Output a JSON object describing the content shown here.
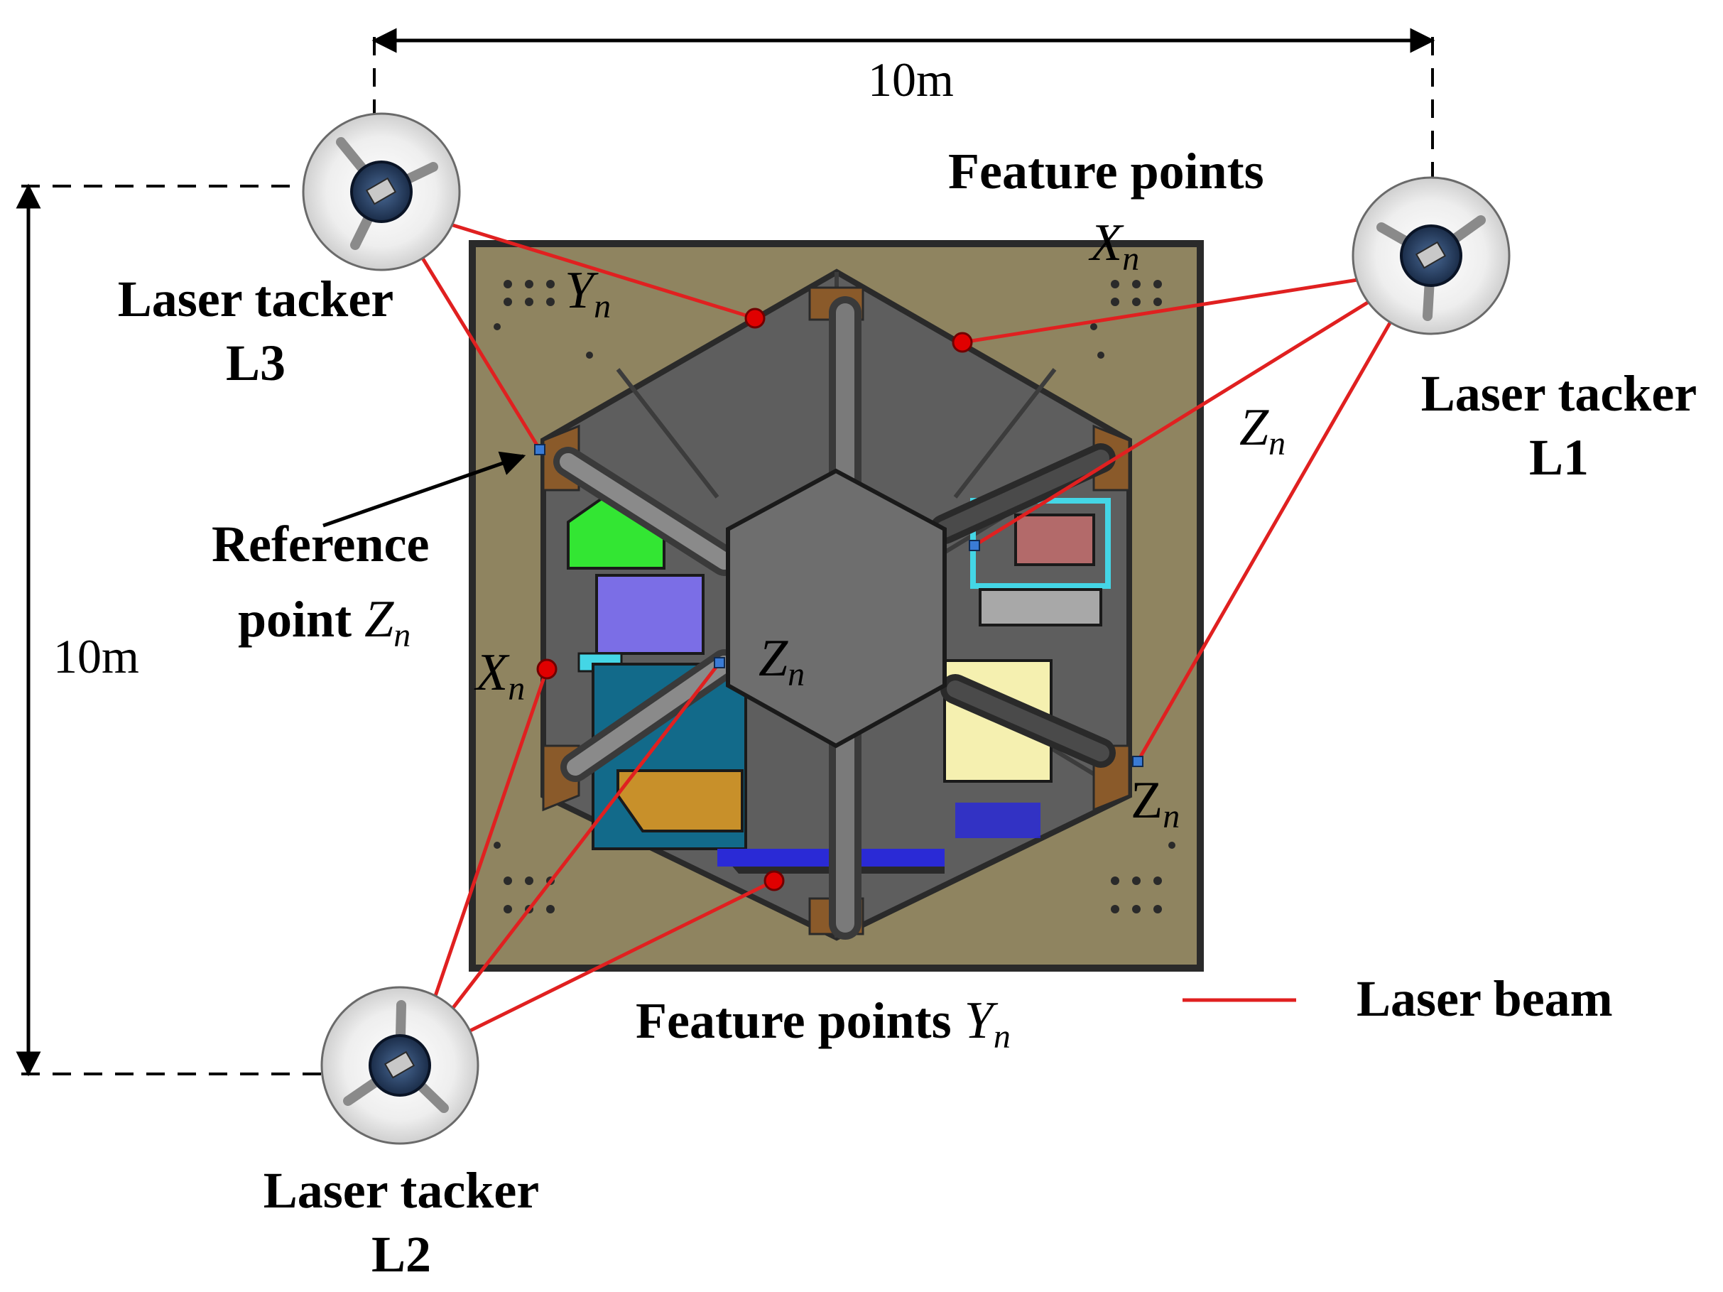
{
  "dimensions": {
    "horizontal": "10m",
    "vertical": "10m"
  },
  "trackers": [
    {
      "id": "L3",
      "label_line1": "Laser tacker",
      "label_line2": "L3"
    },
    {
      "id": "L1",
      "label_line1": "Laser tacker",
      "label_line2": "L1"
    },
    {
      "id": "L2",
      "label_line1": "Laser tacker",
      "label_line2": "L2"
    }
  ],
  "annotations": {
    "feature_points_top": "Feature points",
    "feature_points_top_symbol": "X",
    "feature_points_top_sub": "n",
    "feature_points_bottom": "Feature points ",
    "feature_points_bottom_symbol": "Y",
    "feature_points_bottom_sub": "n",
    "reference_line1": "Reference",
    "reference_line2": "point ",
    "reference_symbol": "Z",
    "reference_sub": "n"
  },
  "point_labels": {
    "yn_top": {
      "sym": "Y",
      "sub": "n"
    },
    "zn_right": {
      "sym": "Z",
      "sub": "n"
    },
    "xn_left": {
      "sym": "X",
      "sub": "n"
    },
    "zn_center": {
      "sym": "Z",
      "sub": "n"
    },
    "zn_lower_right": {
      "sym": "Z",
      "sub": "n"
    }
  },
  "legend": {
    "label": "Laser beam",
    "color": "#e02020"
  },
  "colors": {
    "laser": "#e02020",
    "feature_point": "#e00000",
    "reference_point": "#3a7bd5",
    "base_plate": "#8f8460",
    "hexagon": "#6e6e6e",
    "green_module": "#33e633",
    "purple_module": "#7b6ee6",
    "cyan_module": "#44d6e6",
    "teal_module": "#126a8a",
    "gold_module": "#c8902a",
    "yellow_module": "#f5f0b0",
    "rose_module": "#b36a6a",
    "blue_strip": "#2a2ad6"
  }
}
